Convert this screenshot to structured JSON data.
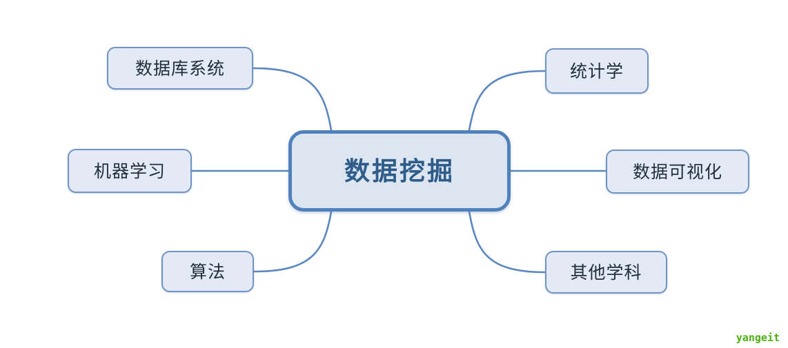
{
  "diagram": {
    "type": "mind-map",
    "background_color": "#ffffff",
    "center": {
      "label": "数据挖掘",
      "fill_color": "#dde5f1",
      "border_color": "#4f81bd",
      "text_color": "#2e5c8a"
    },
    "branch_style": {
      "fill_color": "#e3eaf5",
      "border_color": "#6e93c4",
      "text_color": "#1f2d3d",
      "connector_color": "#5b87c0"
    },
    "branches": [
      {
        "id": "database",
        "label": "数据库系统",
        "position": "top-left",
        "connector": "curve"
      },
      {
        "id": "ml",
        "label": "机器学习",
        "position": "middle-left",
        "connector": "straight"
      },
      {
        "id": "algorithm",
        "label": "算法",
        "position": "bottom-left",
        "connector": "curve"
      },
      {
        "id": "stats",
        "label": "统计学",
        "position": "top-right",
        "connector": "curve"
      },
      {
        "id": "visual",
        "label": "数据可视化",
        "position": "middle-right",
        "connector": "straight"
      },
      {
        "id": "other",
        "label": "其他学科",
        "position": "bottom-right",
        "connector": "curve"
      }
    ]
  },
  "watermark": {
    "text": "yangeit",
    "color": "#4cb014"
  }
}
